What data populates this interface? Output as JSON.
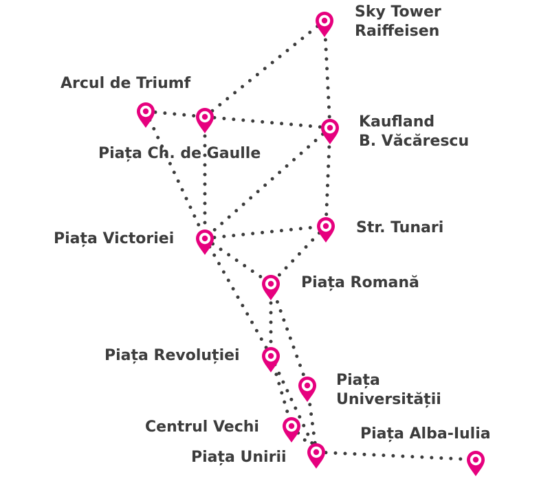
{
  "colors": {
    "pin": "#e6007e",
    "pin_center": "#ffffff",
    "dots": "#3c3c3c",
    "text": "#3c3c3c",
    "background": "#ffffff"
  },
  "icon": "map-pin-icon",
  "stations": [
    {
      "id": "sky-tower",
      "lines": [
        "Sky Tower",
        "Raiffeisen"
      ]
    },
    {
      "id": "arcul-de-triumf",
      "lines": [
        "Arcul de Triumf"
      ]
    },
    {
      "id": "piata-ch-de-gaulle",
      "lines": [
        "Piața Ch. de Gaulle"
      ]
    },
    {
      "id": "kaufland",
      "lines": [
        "Kaufland",
        "B. Văcărescu"
      ]
    },
    {
      "id": "piata-victoriei",
      "lines": [
        "Piața Victoriei"
      ]
    },
    {
      "id": "str-tunari",
      "lines": [
        "Str. Tunari"
      ]
    },
    {
      "id": "piata-romana",
      "lines": [
        "Piața Romană"
      ]
    },
    {
      "id": "piata-revolutiei",
      "lines": [
        "Piața Revoluției"
      ]
    },
    {
      "id": "piata-universitatii",
      "lines": [
        "Piața",
        "Universității"
      ]
    },
    {
      "id": "centrul-vechi",
      "lines": [
        "Centrul Vechi"
      ]
    },
    {
      "id": "piata-alba-iulia",
      "lines": [
        "Piața Alba-Iulia"
      ]
    },
    {
      "id": "piata-unirii",
      "lines": [
        "Piața Unirii"
      ]
    }
  ],
  "connections": [
    [
      "arcul-de-triumf",
      "piata-ch-de-gaulle"
    ],
    [
      "piata-ch-de-gaulle",
      "sky-tower"
    ],
    [
      "piata-ch-de-gaulle",
      "kaufland"
    ],
    [
      "sky-tower",
      "kaufland"
    ],
    [
      "arcul-de-triumf",
      "piata-victoriei"
    ],
    [
      "piata-ch-de-gaulle",
      "piata-victoriei"
    ],
    [
      "kaufland",
      "piata-victoriei"
    ],
    [
      "kaufland",
      "str-tunari"
    ],
    [
      "piata-victoriei",
      "str-tunari"
    ],
    [
      "piata-victoriei",
      "piata-romana"
    ],
    [
      "str-tunari",
      "piata-romana"
    ],
    [
      "piata-victoriei",
      "piata-revolutiei"
    ],
    [
      "piata-romana",
      "piata-revolutiei"
    ],
    [
      "piata-romana",
      "piata-universitatii"
    ],
    [
      "piata-revolutiei",
      "centrul-vechi"
    ],
    [
      "piata-revolutiei",
      "piata-unirii"
    ],
    [
      "piata-universitatii",
      "piata-unirii"
    ],
    [
      "centrul-vechi",
      "piata-unirii"
    ],
    [
      "piata-unirii",
      "piata-alba-iulia"
    ]
  ]
}
